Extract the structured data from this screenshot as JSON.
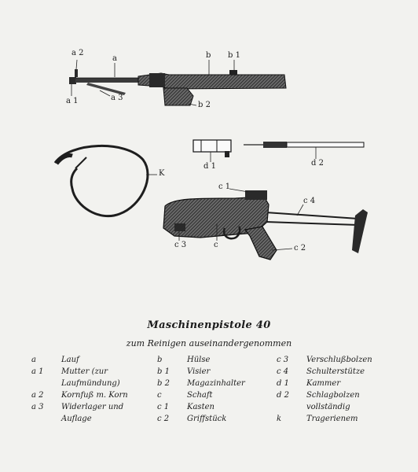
{
  "labels": {
    "a2": "a 2",
    "a": "a",
    "a1": "a 1",
    "a3": "a 3",
    "b": "b",
    "b1": "b 1",
    "b2": "b 2",
    "k": "K",
    "d1": "d 1",
    "d2": "d 2",
    "c1": "c 1",
    "c4": "c 4",
    "c3": "c 3",
    "c": "c",
    "c2": "c 2"
  },
  "caption": {
    "title": "Maschinenpistole 40",
    "subtitle": "zum Reinigen auseinandergenommen"
  },
  "legend": {
    "col1": [
      {
        "key": "a",
        "text": "Lauf"
      },
      {
        "key": "a 1",
        "text": "Mutter (zur Laufmündung)"
      },
      {
        "key": "a 2",
        "text": "Kornfuß m. Korn"
      },
      {
        "key": "a 3",
        "text": "Widerlager und Auflage"
      }
    ],
    "col2": [
      {
        "key": "b",
        "text": "Hülse"
      },
      {
        "key": "b 1",
        "text": "Visier"
      },
      {
        "key": "b 2",
        "text": "Magazinhalter"
      },
      {
        "key": "c",
        "text": "Schaft"
      },
      {
        "key": "c 1",
        "text": "Kasten"
      },
      {
        "key": "c 2",
        "text": "Griffstück"
      }
    ],
    "col3": [
      {
        "key": "c 3",
        "text": "Verschlußbolzen"
      },
      {
        "key": "c 4",
        "text": "Schulterstütze"
      },
      {
        "key": "d 1",
        "text": "Kammer"
      },
      {
        "key": "d 2",
        "text": "Schlagbolzen vollständig"
      },
      {
        "key": "k",
        "text": "Tragerienem"
      }
    ]
  }
}
